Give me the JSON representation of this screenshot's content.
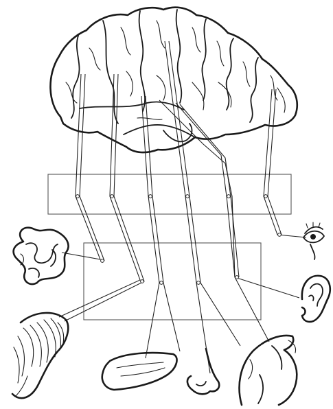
{
  "figure": {
    "parts": {
      "brain": "brain-outline",
      "relay_upper": "upper-relay-box",
      "relay_lower": "lower-relay-box",
      "organs": [
        "intestine",
        "eye",
        "ear",
        "muscle",
        "tongue",
        "nose",
        "skin-hand"
      ]
    }
  }
}
